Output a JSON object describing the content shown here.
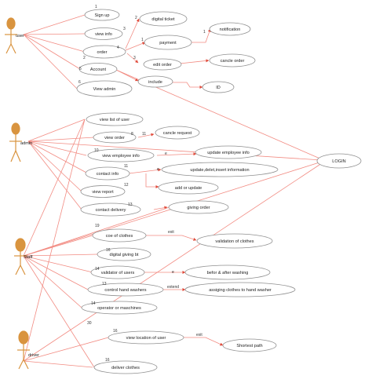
{
  "actors": [
    {
      "id": "user",
      "label": "user"
    },
    {
      "id": "admin",
      "label": "admin"
    },
    {
      "id": "staff",
      "label": "Staff"
    },
    {
      "id": "driver",
      "label": "driver"
    }
  ],
  "use_cases": [
    {
      "id": "signup",
      "label": "Sign up"
    },
    {
      "id": "viewinfo",
      "label": "view info"
    },
    {
      "id": "order",
      "label": "order"
    },
    {
      "id": "account",
      "label": "Account"
    },
    {
      "id": "viewadmin",
      "label": "View admin"
    },
    {
      "id": "digitalticket",
      "label": "digital ticket"
    },
    {
      "id": "payment",
      "label": "payment"
    },
    {
      "id": "notification",
      "label": "notification"
    },
    {
      "id": "editorder",
      "label": "edit order"
    },
    {
      "id": "cancleorder",
      "label": "cancle order"
    },
    {
      "id": "include",
      "label": "include"
    },
    {
      "id": "id",
      "label": "ID"
    },
    {
      "id": "viewlistuser",
      "label": "view list of user"
    },
    {
      "id": "vieworder",
      "label": "view order"
    },
    {
      "id": "canclerequest",
      "label": "cancle request"
    },
    {
      "id": "viewemployee",
      "label": "view employee info"
    },
    {
      "id": "updateemployee",
      "label": "update employee info"
    },
    {
      "id": "contactinfo",
      "label": "contact info"
    },
    {
      "id": "updatedelete",
      "label": "update,delet,insert information"
    },
    {
      "id": "addorupdate",
      "label": "add or update"
    },
    {
      "id": "viewreport",
      "label": "view report"
    },
    {
      "id": "contactdelivery",
      "label": "contact delivery"
    },
    {
      "id": "givingorder",
      "label": "giving order"
    },
    {
      "id": "login",
      "label": "LOGIN"
    },
    {
      "id": "coeofclothes",
      "label": "coe of clothes"
    },
    {
      "id": "validationclothes",
      "label": "validation of clothes"
    },
    {
      "id": "digitalgiving",
      "label": "digital giving bt"
    },
    {
      "id": "validatorusers",
      "label": "validator of users"
    },
    {
      "id": "beforeafter",
      "label": "befor & after washing"
    },
    {
      "id": "controlhand",
      "label": "control hand washers"
    },
    {
      "id": "assigning",
      "label": "assiging clothes to hand washer"
    },
    {
      "id": "operator",
      "label": "operator or maschines"
    },
    {
      "id": "viewlocation",
      "label": "view location of user"
    },
    {
      "id": "shortestpath",
      "label": "Shortest path"
    },
    {
      "id": "deliverclothes",
      "label": "deliver clothes"
    }
  ],
  "edge_labels": [
    {
      "id": "n-signup",
      "text": "1"
    },
    {
      "id": "n-viewinfo",
      "text": "3"
    },
    {
      "id": "n-order",
      "text": "4"
    },
    {
      "id": "n-account-a",
      "text": "2"
    },
    {
      "id": "n-account-b",
      "text": "5"
    },
    {
      "id": "n-viewadmin",
      "text": "6"
    },
    {
      "id": "n-digitalticket",
      "text": "2"
    },
    {
      "id": "n-payment",
      "text": "1"
    },
    {
      "id": "n-notification",
      "text": "1"
    },
    {
      "id": "n-editorder",
      "text": "3"
    },
    {
      "id": "n-vieworder",
      "text": "8"
    },
    {
      "id": "n-canclerequest",
      "text": "11"
    },
    {
      "id": "n-viewemployee",
      "text": "10"
    },
    {
      "id": "n-update-e",
      "text": "e"
    },
    {
      "id": "n-contactinfo",
      "text": "11"
    },
    {
      "id": "n-contact-e",
      "text": "e"
    },
    {
      "id": "n-viewreport",
      "text": "12"
    },
    {
      "id": "n-givingorder",
      "text": "13"
    },
    {
      "id": "n-coe",
      "text": "19"
    },
    {
      "id": "n-exit",
      "text": "exit"
    },
    {
      "id": "n-digitalgiving",
      "text": "16"
    },
    {
      "id": "n-validator",
      "text": "14"
    },
    {
      "id": "n-validator-e",
      "text": "e"
    },
    {
      "id": "n-control",
      "text": "13"
    },
    {
      "id": "n-extend",
      "text": "extend"
    },
    {
      "id": "n-operator",
      "text": "14"
    },
    {
      "id": "n-driver",
      "text": "30"
    },
    {
      "id": "n-location",
      "text": "16"
    },
    {
      "id": "n-exit2",
      "text": "exit"
    },
    {
      "id": "n-deliver",
      "text": "16"
    }
  ],
  "colors": {
    "line": "#f28b82",
    "arrow": "#e04a3a",
    "actor": "#d9943f",
    "ellipse_stroke": "#8f8f8f",
    "ellipse_fill": "#ffffff"
  }
}
